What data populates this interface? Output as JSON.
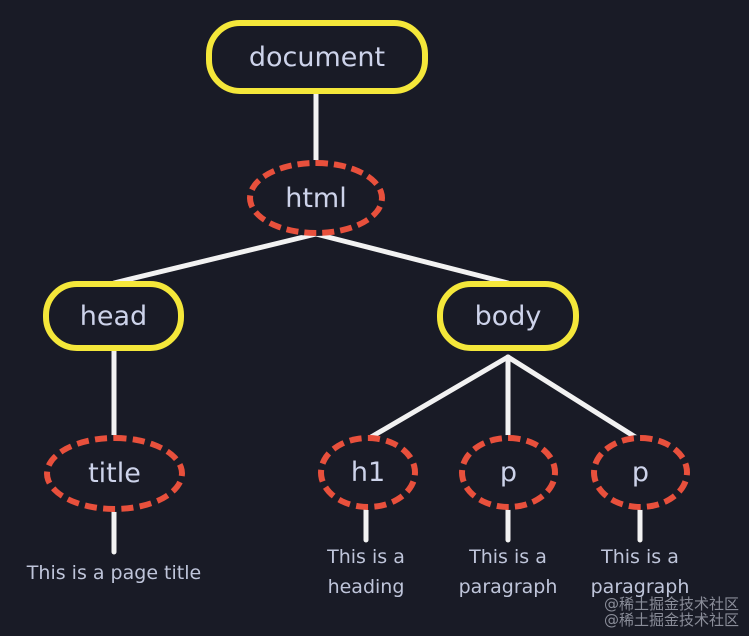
{
  "nodes": {
    "document": "document",
    "html": "html",
    "head": "head",
    "body": "body",
    "title": "title",
    "h1": "h1",
    "p1": "p",
    "p2": "p"
  },
  "leaves": {
    "title_text": "This is a page title",
    "h1_line1": "This is a",
    "h1_line2": "heading",
    "p1_line1": "This is a",
    "p1_line2": "paragraph",
    "p2_line1": "This is a",
    "p2_line2": "paragraph"
  },
  "watermark": {
    "line1": "@稀土掘金技术社区",
    "line2": "@稀土掘金技术社区"
  },
  "colors": {
    "background": "#191b26",
    "element_border": "#f4e73a",
    "dotted_border": "#e8503c",
    "edge": "#f2f2f2",
    "label": "#cdd3ea"
  }
}
